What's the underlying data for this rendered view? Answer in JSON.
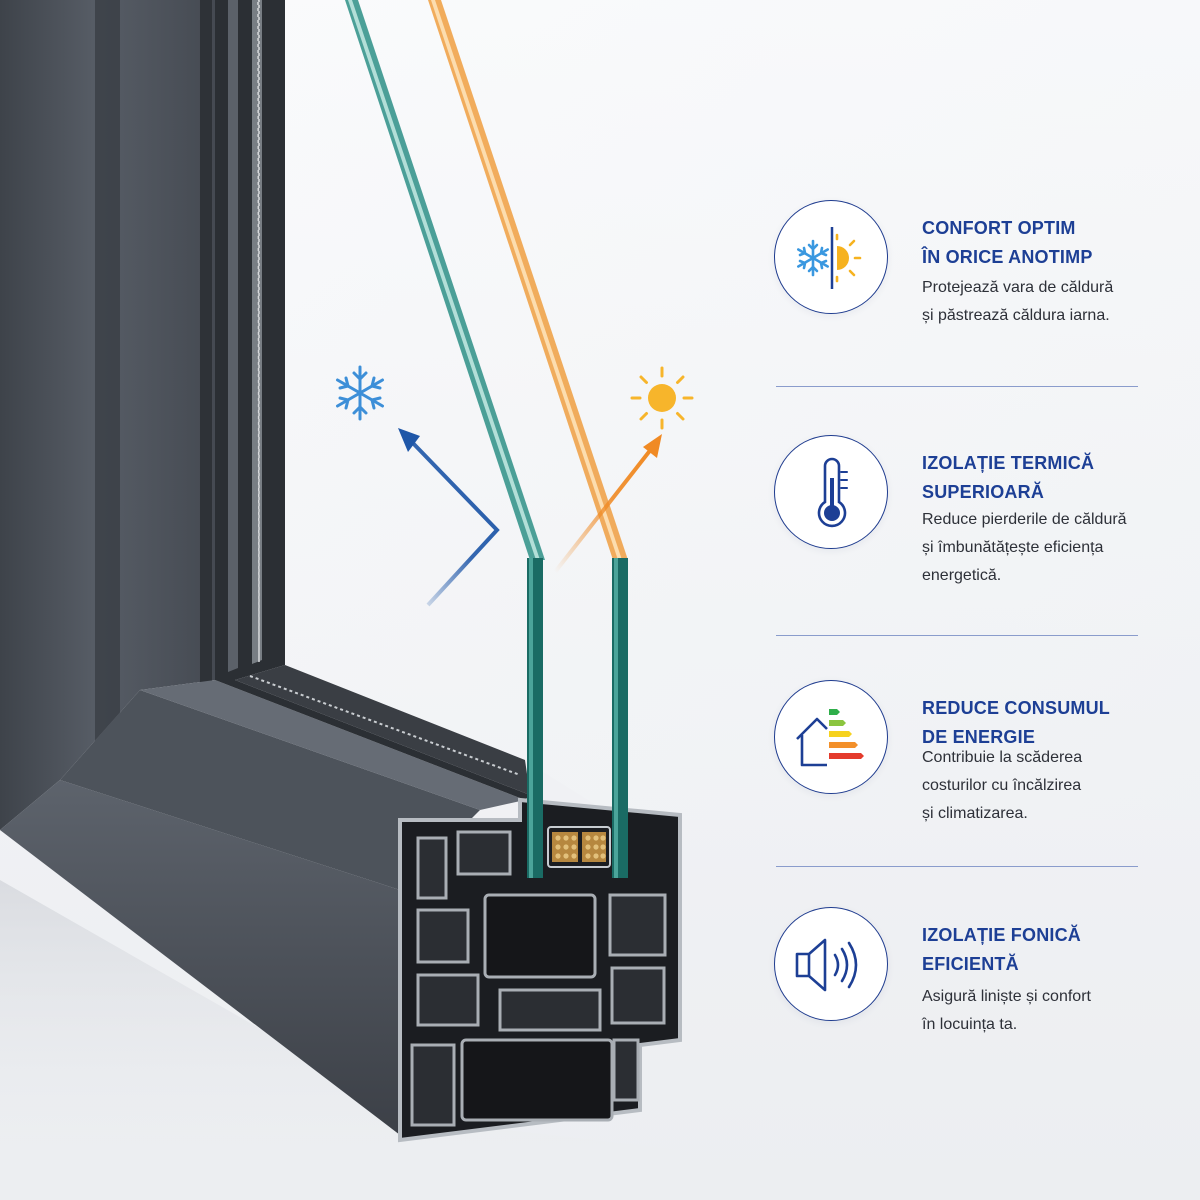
{
  "features": [
    {
      "icon": "snowflake-sun-icon",
      "title_lines": [
        "CONFORT OPTIM",
        "ÎN ORICE ANOTIMP"
      ],
      "desc_lines": [
        "Protejează vara de căldură",
        "și păstrează căldura iarna."
      ]
    },
    {
      "icon": "thermometer-icon",
      "title_lines": [
        "IZOLAȚIE TERMICĂ",
        "SUPERIOARĂ"
      ],
      "desc_lines": [
        "Reduce pierderile de căldură",
        "și îmbunătățește eficiența",
        "energetică."
      ]
    },
    {
      "icon": "house-energy-rating-icon",
      "title_lines": [
        "REDUCE CONSUMUL",
        "DE ENERGIE"
      ],
      "desc_lines": [
        "Contribuie la scăderea",
        "costurilor cu încălzirea",
        "și climatizarea."
      ]
    },
    {
      "icon": "speaker-sound-icon",
      "title_lines": [
        "IZOLAȚIE FONICĂ",
        "EFICIENTĂ"
      ],
      "desc_lines": [
        "Asigură liniște și confort",
        "în locuința ta."
      ]
    }
  ],
  "colors": {
    "accent": "#1d3f95",
    "text": "#2d3038",
    "frame": "#4a5058",
    "cold_arrow": "#1f57a8",
    "warm_arrow": "#f08a24",
    "glass_cold": "#2d8f86",
    "glass_warm": "#f0a34a",
    "energy_scale": [
      "#2fae4a",
      "#8bc53f",
      "#f6d21e",
      "#f3902a",
      "#e43b2c"
    ]
  }
}
